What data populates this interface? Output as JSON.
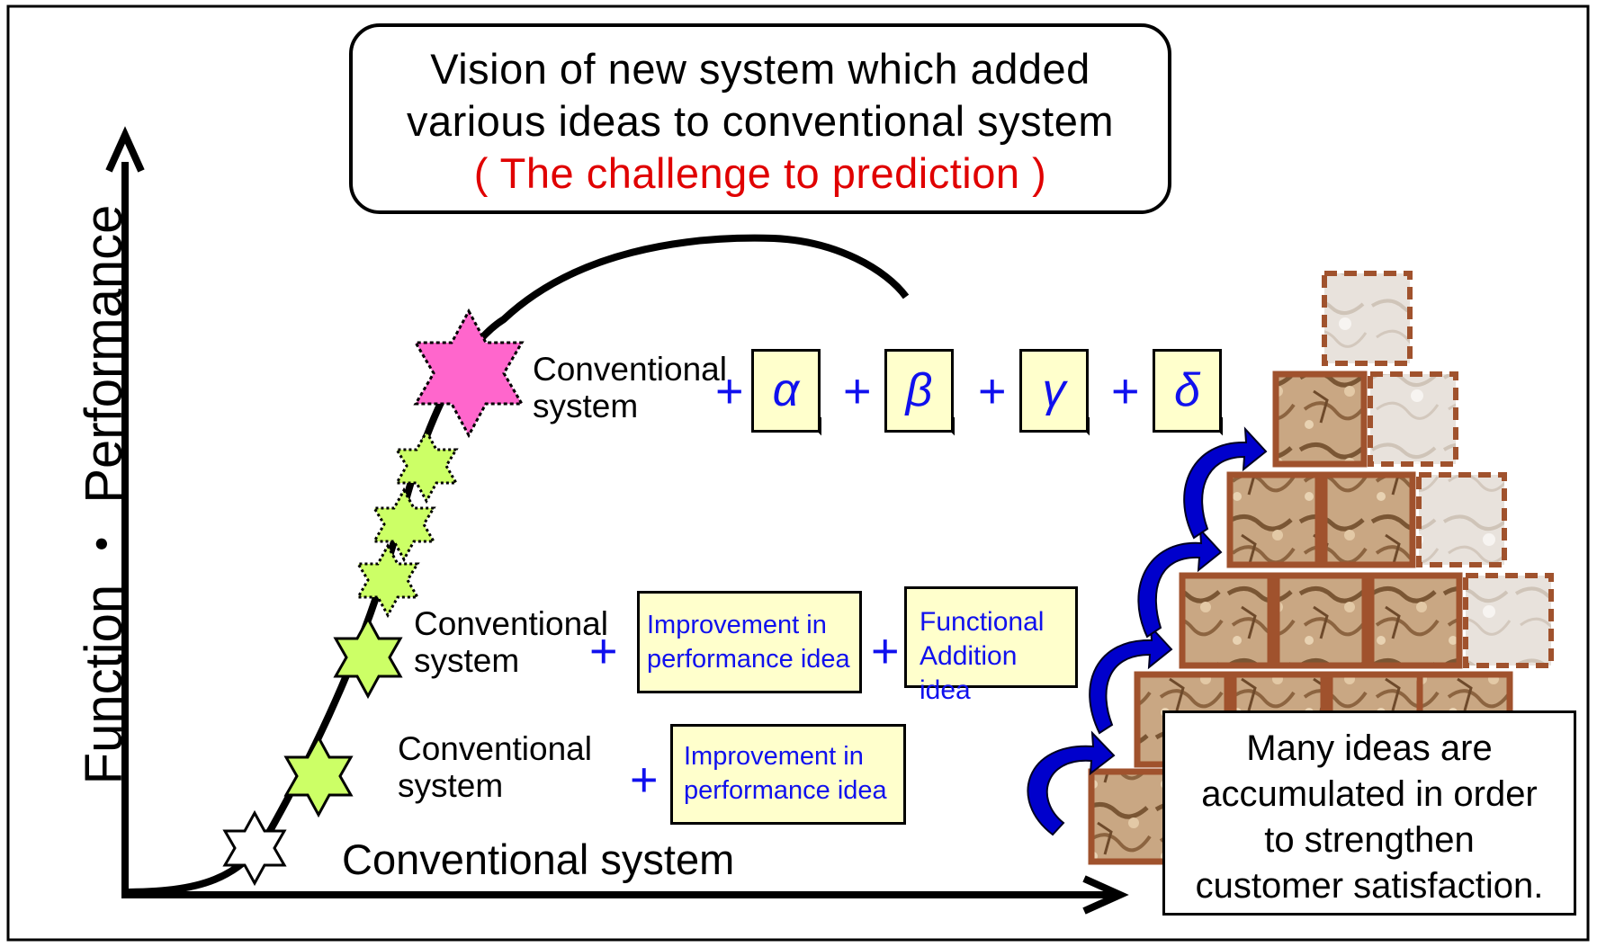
{
  "vision_box": {
    "line1": "Vision of new system which added",
    "line2": "various ideas to conventional system",
    "line3": "( The challenge to prediction )"
  },
  "y_axis_label": "Function ・ Performance",
  "base_label": "Conventional system",
  "stage1": {
    "system_line1": "Conventional",
    "system_line2": "system",
    "plus": "+",
    "idea_line1": "Improvement in",
    "idea_line2": "performance idea"
  },
  "stage2": {
    "system_line1": "Conventional",
    "system_line2": "system",
    "plus1": "+",
    "idea1_line1": "Improvement in",
    "idea1_line2": "performance idea",
    "plus2": "+",
    "idea2_line1": "Functional",
    "idea2_line2": "Addition idea"
  },
  "stage3": {
    "system_line1": "Conventional",
    "system_line2": "system",
    "plus1": "+",
    "alpha": "α",
    "plus2": "+",
    "beta": "β",
    "plus3": "+",
    "gamma": "γ",
    "plus4": "+",
    "delta": "δ"
  },
  "summary": {
    "line1": "Many ideas are",
    "line2": "accumulated in order",
    "line3": "to strengthen",
    "line4": "customer satisfaction."
  },
  "colors": {
    "idea_text": "#1010ee",
    "note_fill": "#ffffcc",
    "challenge_text": "#e00000",
    "star_green": "#ccff66",
    "star_pink": "#ff66cc",
    "brick_brown": "#a0522d",
    "arrow_blue": "#0000cc"
  }
}
